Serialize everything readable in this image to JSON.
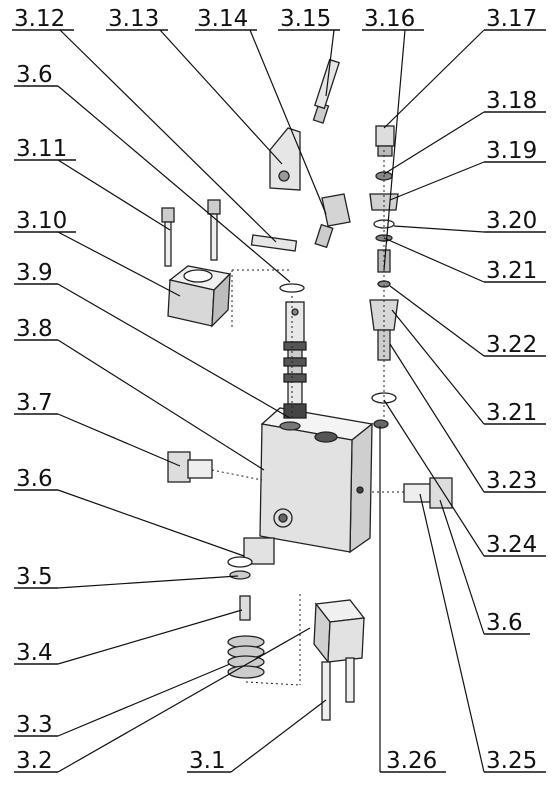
{
  "labels": {
    "l3_12": "3.12",
    "l3_13": "3.13",
    "l3_14": "3.14",
    "l3_15": "3.15",
    "l3_16": "3.16",
    "l3_17": "3.17",
    "l3_6_top": "3.6",
    "l3_18": "3.18",
    "l3_11": "3.11",
    "l3_19": "3.19",
    "l3_10": "3.10",
    "l3_20": "3.20",
    "l3_21_a": "3.21",
    "l3_9": "3.9",
    "l3_8": "3.8",
    "l3_22": "3.22",
    "l3_21_b": "3.21",
    "l3_7": "3.7",
    "l3_23": "3.23",
    "l3_6_mid": "3.6",
    "l3_24": "3.24",
    "l3_5": "3.5",
    "l3_6_bot": "3.6",
    "l3_4": "3.4",
    "l3_3": "3.3",
    "l3_2": "3.2",
    "l3_1": "3.1",
    "l3_26": "3.26",
    "l3_25": "3.25"
  }
}
